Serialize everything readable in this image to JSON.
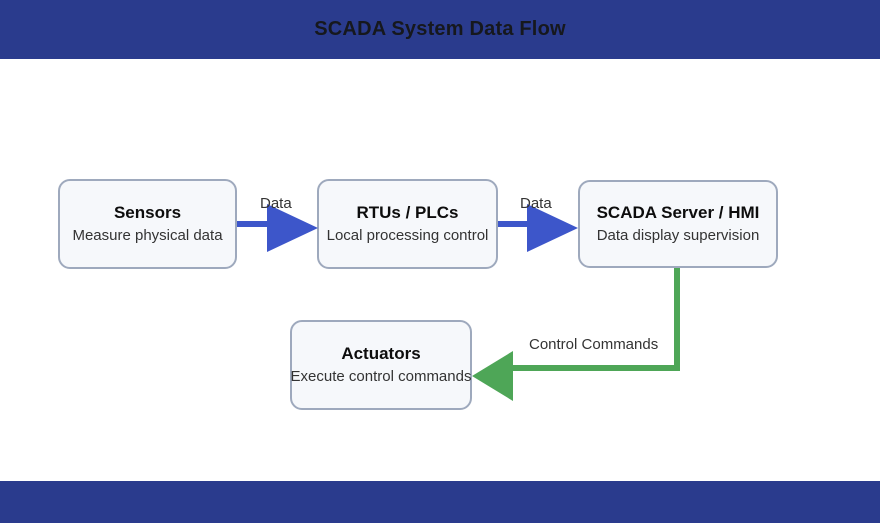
{
  "header": {
    "title": "SCADA System Data Flow"
  },
  "nodes": [
    {
      "id": "sensors",
      "title": "Sensors",
      "subtitle": "Measure physical data"
    },
    {
      "id": "rtus-plcs",
      "title": "RTUs / PLCs",
      "subtitle": "Local processing control"
    },
    {
      "id": "scada-server-hmi",
      "title": "SCADA Server / HMI",
      "subtitle": "Data display supervision"
    },
    {
      "id": "actuators",
      "title": "Actuators",
      "subtitle": "Execute control commands"
    }
  ],
  "edges": [
    {
      "from": "sensors",
      "to": "rtus-plcs",
      "label": "Data",
      "direction": "right",
      "color": "#3d56ca"
    },
    {
      "from": "rtus-plcs",
      "to": "scada-server-hmi",
      "label": "Data",
      "direction": "right",
      "color": "#3d56ca"
    },
    {
      "from": "scada-server-hmi",
      "to": "actuators",
      "label": "Control Commands",
      "direction": "down-then-left",
      "color": "#4ea657"
    }
  ],
  "colors": {
    "banner": "#2a3b8d",
    "banner_text": "#16181d",
    "data_flow_arrow": "#3d56ca",
    "control_flow_arrow": "#4ea657",
    "node_fill": "#f6f8fb",
    "node_border": "#9ea9bd",
    "node_title_text": "#0d0d0d",
    "node_subtitle_text": "#333333",
    "edge_label_text": "#333333",
    "canvas_bg": "#ffffff"
  }
}
